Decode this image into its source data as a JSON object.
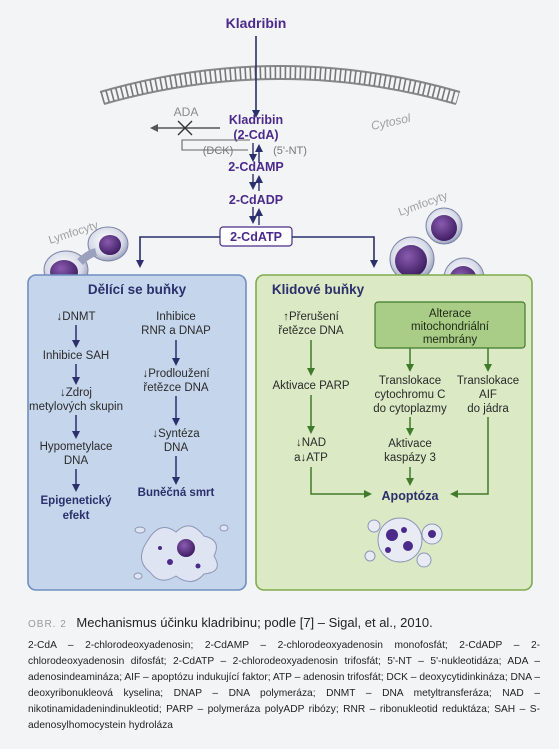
{
  "top": {
    "drug": "Kladribin",
    "ada": "ADA",
    "drug_inside": "Kladribin",
    "drug_abbr": "(2-CdA)",
    "dck": "(DCK)",
    "nt": "(5'-NT)",
    "cdamp": "2-CdAMP",
    "cdadp": "2-CdADP",
    "cdatp": "2-CdATP",
    "cytosol": "Cytosol",
    "lymph_left": "Lymfocyty",
    "lymph_right": "Lymfocyty"
  },
  "dividing": {
    "title": "Dělící se buňky",
    "col1": [
      "↓DNMT",
      "Inhibice SAH",
      "↓Zdroj",
      "metylových skupin",
      "Hypometylace",
      "DNA",
      "Epigenetický",
      "efekt"
    ],
    "col2": [
      "Inhibice",
      "RNR a DNAP",
      "↓Prodloužení",
      "řetězce DNA",
      "↓Syntéza",
      "DNA",
      "Buněčná smrt"
    ]
  },
  "resting": {
    "title": "Klidové buňky",
    "c1": [
      "↑Přerušení",
      "řetězce DNA",
      "Aktivace PARP",
      "↓NAD",
      "a↓ATP"
    ],
    "mito": [
      "Alterace",
      "mitochondriální",
      "membrány"
    ],
    "c2": [
      "Translokace",
      "cytochromu C",
      "do cytoplazmy",
      "Aktivace",
      "kaspázy 3"
    ],
    "c3": [
      "Translokace",
      "AIF",
      "do jádra"
    ],
    "apoptosis": "Apoptóza"
  },
  "caption": {
    "label": "OBR. 2",
    "title": "Mechanismus účinku kladribinu; podle [7] – Sigal, et al., 2010.",
    "abbrev": "2-CdA – 2-chlorodeoxyadenosin; 2-CdAMP – 2-chlorodeoxyadenosin monofosfát; 2-CdADP – 2-chlorodeoxyadenosin difosfát; 2-CdATP – 2-chlorodeoxyadenosin trifosfát; 5'-NT – 5'-nukleotidáza; ADA – adenosindeamináza; AIF – apoptózu indukující faktor; ATP – adenosin trifosfát; DCK – deoxycytidinkináza; DNA – deoxyribonukleová kyselina; DNAP – DNA polymeráza; DNMT – DNA metyltransferáza; NAD – nikotinamidadenindinukleotid; PARP – polymeráza polyADP ribózy; RNR – ribonukleotid reduktáza; SAH – S-adenosylhomocystein hydroláza"
  },
  "colors": {
    "purple": "#4b2a8a",
    "dark": "#2b2f6b",
    "blue_fill": "#c5d6ec",
    "blue_border": "#6e8fc0",
    "green_fill": "#dbe9c5",
    "green_border": "#7fab4e",
    "green_arrow": "#3f7b2a",
    "mito_fill": "#a9cd86"
  }
}
